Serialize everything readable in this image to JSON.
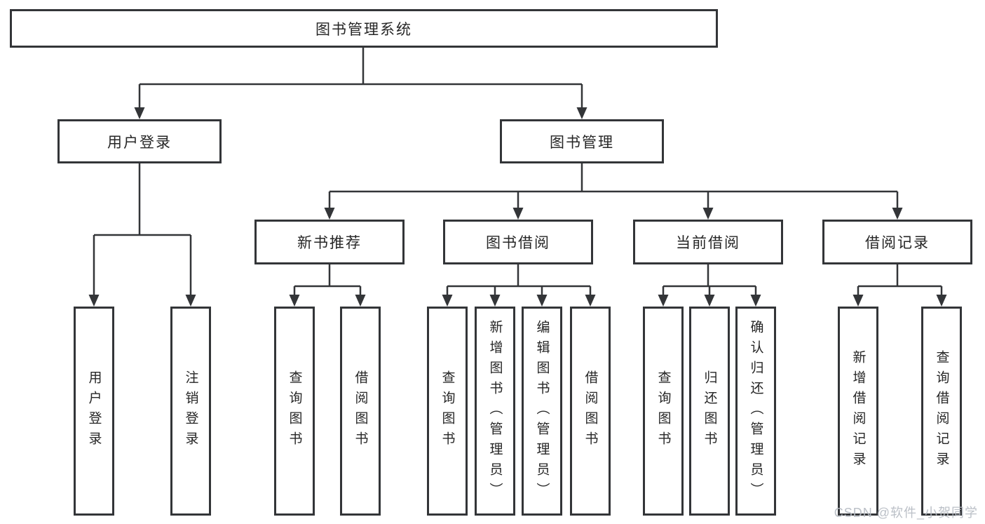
{
  "style": {
    "line_color": "#333538",
    "text_color": "#262626",
    "watermark_color": "#b7bdc4",
    "background": "#ffffff"
  },
  "watermark": {
    "text": "CSDN @软件_小贺同学"
  },
  "tree": {
    "root": {
      "label": "图书管理系统",
      "children": [
        {
          "label": "用户登录",
          "children": [
            {
              "label": "用户登录"
            },
            {
              "label": "注销登录"
            }
          ]
        },
        {
          "label": "图书管理",
          "children": [
            {
              "label": "新书推荐",
              "children": [
                {
                  "label": "查询图书"
                },
                {
                  "label": "借阅图书"
                }
              ]
            },
            {
              "label": "图书借阅",
              "children": [
                {
                  "label": "查询图书"
                },
                {
                  "label": "新增图书（管理员）"
                },
                {
                  "label": "编辑图书（管理员）"
                },
                {
                  "label": "借阅图书"
                }
              ]
            },
            {
              "label": "当前借阅",
              "children": [
                {
                  "label": "查询图书"
                },
                {
                  "label": "归还图书"
                },
                {
                  "label": "确认归还（管理员）"
                }
              ]
            },
            {
              "label": "借阅记录",
              "children": [
                {
                  "label": "新增借阅记录"
                },
                {
                  "label": "查询借阅记录"
                }
              ]
            }
          ]
        }
      ]
    }
  }
}
